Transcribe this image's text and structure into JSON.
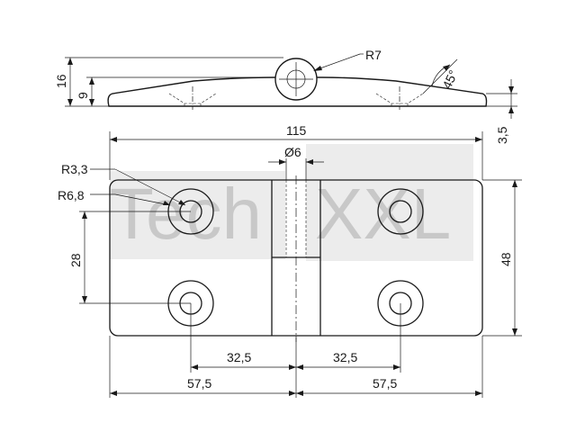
{
  "watermark": {
    "part1": "Tech",
    "part2": "XXL",
    "color": "#d6d6d6"
  },
  "side_view": {
    "height_total": "16",
    "height_leaf": "9",
    "radius_knuckle": "R7",
    "angle": "45°",
    "thickness": "3,5"
  },
  "top_view": {
    "overall_length": "115",
    "pin_diameter": "Ø6",
    "radius_hole": "R3,3",
    "radius_counterbore": "R6,8",
    "hole_spacing_vertical": "28",
    "overall_width": "48",
    "hole_offset_left": "32,5",
    "hole_offset_right": "32,5",
    "half_length_left": "57,5",
    "half_length_right": "57,5"
  }
}
